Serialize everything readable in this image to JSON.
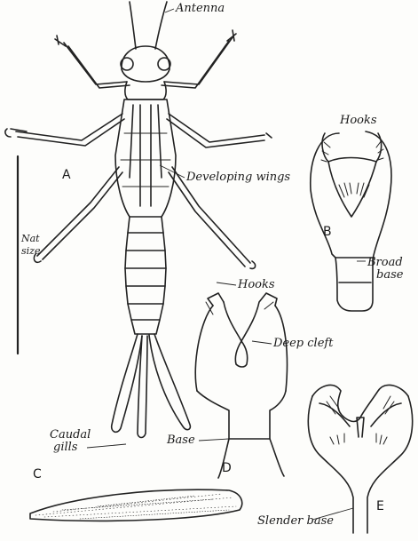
{
  "figure": {
    "letters": {
      "a": "A",
      "b": "B",
      "c": "C",
      "d": "D",
      "e": "E"
    },
    "labels": {
      "antenna": "Antenna",
      "hooks_b": "Hooks",
      "developing_wings": "Developing wings",
      "nat_size_1": "Nat",
      "nat_size_2": "size",
      "broad_base_1": "Broad",
      "broad_base_2": "base",
      "hooks_d": "Hooks",
      "deep_cleft": "Deep cleft",
      "caudal_gills_1": "Caudal",
      "caudal_gills_2": "gills",
      "base": "Base",
      "slender_base": "Slender base"
    }
  }
}
